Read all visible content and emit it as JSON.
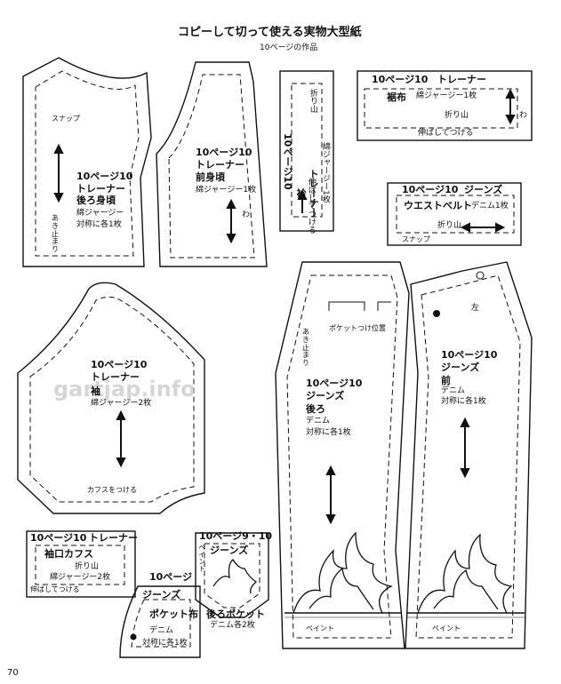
{
  "header": {
    "title": "コピーして切って使える実物大型紙",
    "subtitle": "10ページの作品",
    "page_number": "70",
    "watermark": "gartjap.info"
  },
  "labels": {
    "snap": "スナップ",
    "back_page": "10ページ10",
    "trainer": "トレーナー",
    "back_body": "後ろ身頃",
    "cotton_jersey": "綿ジャージー",
    "pair_each": "対称に各1枚",
    "opening_end": "あき止まり",
    "front_body": "前身頃",
    "cotton_jersey_1": "綿ジャージー1枚",
    "wa": "わ",
    "neck_band_page": "10ページ10",
    "neck_band_trainer": "トレーナー",
    "neck_band": "衿",
    "neck_band_fabric": "綿ジャージー1枚",
    "neck_fold": "折り山",
    "neck_stretch": "伸ばしてつける",
    "hem_page": "10ページ10",
    "hem_trainer": "トレーナー",
    "hem_band": "裾布",
    "hem_fabric": "綿ジャージー1枚",
    "hem_fold": "折り山",
    "hem_stretch": "伸ばしてつける",
    "waist_page": "10ページ10",
    "waist_jeans": "ジーンズ",
    "waist_belt": "ウエストベルト",
    "waist_fabric": "デニム1枚",
    "waist_fold": "折り山",
    "waist_snap": "スナップ",
    "sleeve_page": "10ページ10",
    "sleeve_trainer": "トレーナー",
    "sleeve": "袖",
    "sleeve_fabric": "綿ジャージー2枚",
    "cuff_attach": "カフスをつける",
    "jeans_back_page": "10ページ10",
    "jeans_back_title": "ジーンズ",
    "jeans_back": "後ろ",
    "denim": "デニム",
    "jeans_back_pair": "対称に各1枚",
    "pocket_position": "ポケットつけ位置",
    "jeans_back_opening": "あき止まり",
    "jeans_paint": "ペイント",
    "jeans_front_page": "10ページ10",
    "jeans_front_title": "ジーンズ",
    "jeans_front": "前",
    "jeans_front_denim": "デニム",
    "jeans_front_pair": "対称に各1枚",
    "left": "左",
    "jeans_front_paint": "ペイント",
    "cuff_page": "10ページ10",
    "cuff_trainer": "トレーナー",
    "cuff": "袖口カフス",
    "cuff_fold": "折り山",
    "cuff_fabric": "綿ジャージー2枚",
    "cuff_stretch": "伸ばしてつける",
    "backpocket_page": "10ページ9・10",
    "backpocket_jeans": "ジーンズ",
    "backpocket_paint": "ペイント",
    "backpocket": "後ろポケット",
    "backpocket_fabric": "デニム各2枚",
    "frontpocket_page": "10ページ",
    "frontpocket_jeans": "ジーンズ",
    "frontpocket": "ポケット布",
    "frontpocket_denim": "デニム",
    "frontpocket_pair": "対称に各1枚"
  }
}
